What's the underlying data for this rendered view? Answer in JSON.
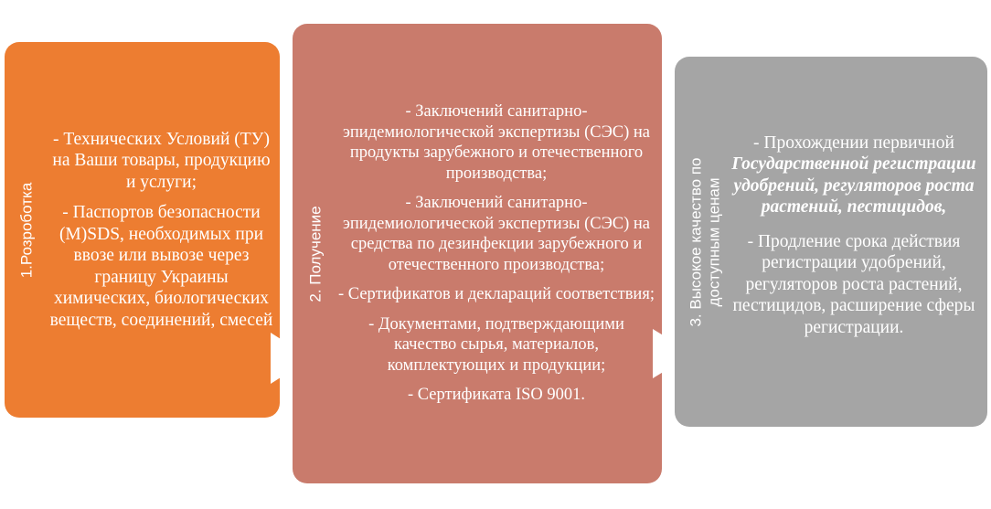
{
  "boxes": [
    {
      "label": "1.Розроботка",
      "color": "#ed7d31",
      "items": [
        "- Технических Условий (ТУ) на Ваши товары, продукцию и услуги;",
        "- Паспортов безопасности (M)SDS, необходимых при ввозе или вывозе через границу Украины химических, биологических веществ, соединений, смесей"
      ]
    },
    {
      "label": "2. Получение",
      "color": "#c97b6c",
      "items": [
        "- Заключений санитарно-эпидемиологической экспертизы (СЭС) на продукты зарубежного и отечественного производства;",
        "- Заключений санитарно-эпидемиологической экспертизы (СЭС) на средства по дезинфекции зарубежного и отечественного производства;",
        "- Сертификатов и деклараций соответствия;",
        "- Документами, подтверждающими качество сырья, материалов, комплектующих и продукции;",
        "- Сертификата ISO 9001."
      ]
    },
    {
      "label_line1": "3. Высокое качество по",
      "label_line2": "доступным ценам",
      "color": "#a5a5a5",
      "item1_prefix": "- Прохождении первичной",
      "item1_emph": "Государственной регистрации удобрений, регуляторов роста растений, пестицидов,",
      "item2": "- Продление срока действия регистрации удобрений, регуляторов роста растений, пестицидов, расширение сферы регистрации."
    }
  ]
}
